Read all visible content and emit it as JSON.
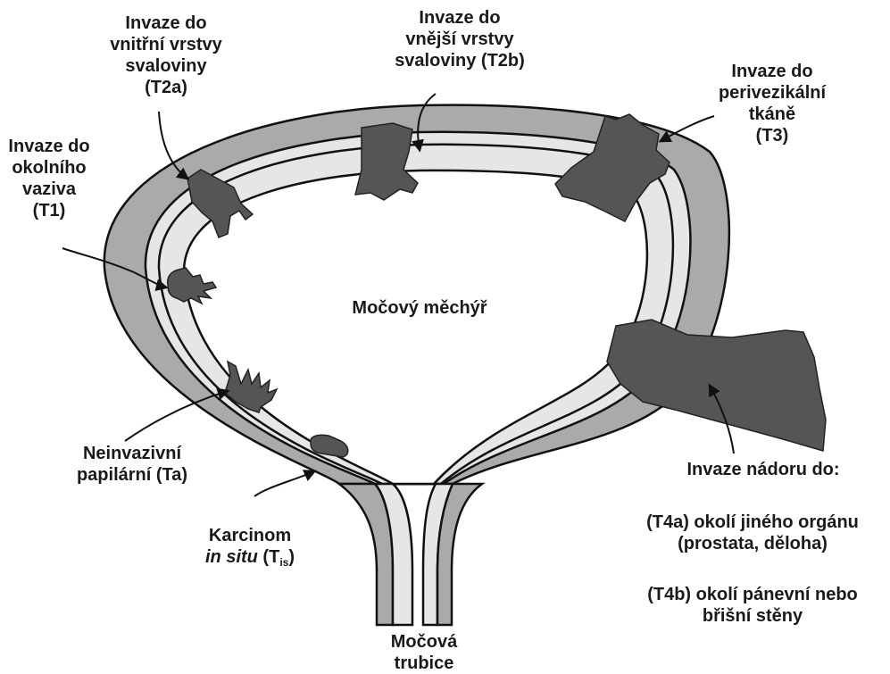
{
  "center_label": "Močový měchýř",
  "urethra_label": [
    "Močová",
    "trubice"
  ],
  "labels": {
    "t2a": [
      "Invaze do",
      "vnitřní vrstvy",
      "svaloviny",
      "(T2a)"
    ],
    "t2b": [
      "Invaze do",
      "vnější vrstvy",
      "svaloviny (T2b)"
    ],
    "t3": [
      "Invaze do",
      "perivezikální",
      "tkáně",
      "(T3)"
    ],
    "t1": [
      "Invaze do",
      "okolního",
      "vaziva",
      "(T1)"
    ],
    "ta": [
      "Neinvazivní",
      "papilární (Ta)"
    ],
    "tis": {
      "line1": "Karcinom",
      "line2_italic": "in situ",
      "line2_open": " (T",
      "line2_sub": "is",
      "line2_close": ")"
    },
    "t4_title": "Invaze nádoru do:",
    "t4a": [
      "(T4a) okolí jiného orgánu",
      "(prostata, děloha)"
    ],
    "t4b": [
      "(T4b) okolí pánevní nebo",
      "břišní stěny"
    ]
  },
  "colors": {
    "outer_wall": "#aaaaaa",
    "inner_wall": "#e6e6e6",
    "tumor": "#555555",
    "outline": "#111111",
    "background": "#ffffff"
  }
}
